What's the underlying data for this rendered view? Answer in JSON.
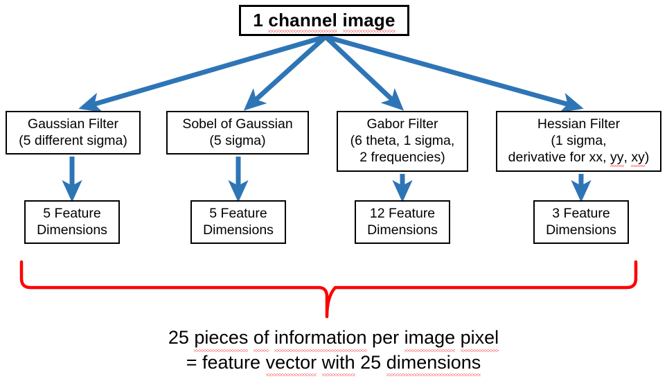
{
  "diagram": {
    "title_box": {
      "text": "1 channel image",
      "misspelled_words": [
        "channel",
        "image"
      ]
    },
    "filters": [
      {
        "name": "gaussian-filter",
        "lines": [
          "Gaussian Filter",
          "(5 different sigma)"
        ],
        "output": {
          "name": "gaussian-feature-dimensions",
          "lines": [
            "5 Feature",
            "Dimensions"
          ],
          "count": 5
        }
      },
      {
        "name": "sobel-of-gaussian",
        "lines": [
          "Sobel of Gaussian",
          "(5 sigma)"
        ],
        "output": {
          "name": "sobel-feature-dimensions",
          "lines": [
            "5 Feature",
            "Dimensions"
          ],
          "count": 5
        }
      },
      {
        "name": "gabor-filter",
        "lines": [
          "Gabor Filter",
          "(6 theta, 1 sigma,",
          "2 frequencies)"
        ],
        "output": {
          "name": "gabor-feature-dimensions",
          "lines": [
            "12 Feature",
            "Dimensions"
          ],
          "count": 12
        }
      },
      {
        "name": "hessian-filter",
        "lines": [
          "Hessian Filter",
          "(1 sigma,",
          "derivative for xx, yy, xy)"
        ],
        "misspelled_words": [
          "yy",
          "xy"
        ],
        "output": {
          "name": "hessian-feature-dimensions",
          "lines": [
            "3 Feature",
            "Dimensions"
          ],
          "count": 3
        }
      }
    ],
    "summary": {
      "line1": "25 pieces of information per image pixel",
      "line2": "= feature vector with 25 dimensions",
      "total_dimensions": 25,
      "misspelled_words": [
        "pieces",
        "of",
        "information",
        "image",
        "pixel",
        "vector",
        "with",
        "dimensions"
      ]
    },
    "colors": {
      "arrow_blue": "#2E75B6",
      "brace_red": "#FF0000",
      "box_border": "#000000",
      "text": "#000000",
      "background": "#FFFFFF"
    },
    "brace": {
      "name": "summation-brace",
      "orientation": "down",
      "color": "#FF0000"
    }
  }
}
